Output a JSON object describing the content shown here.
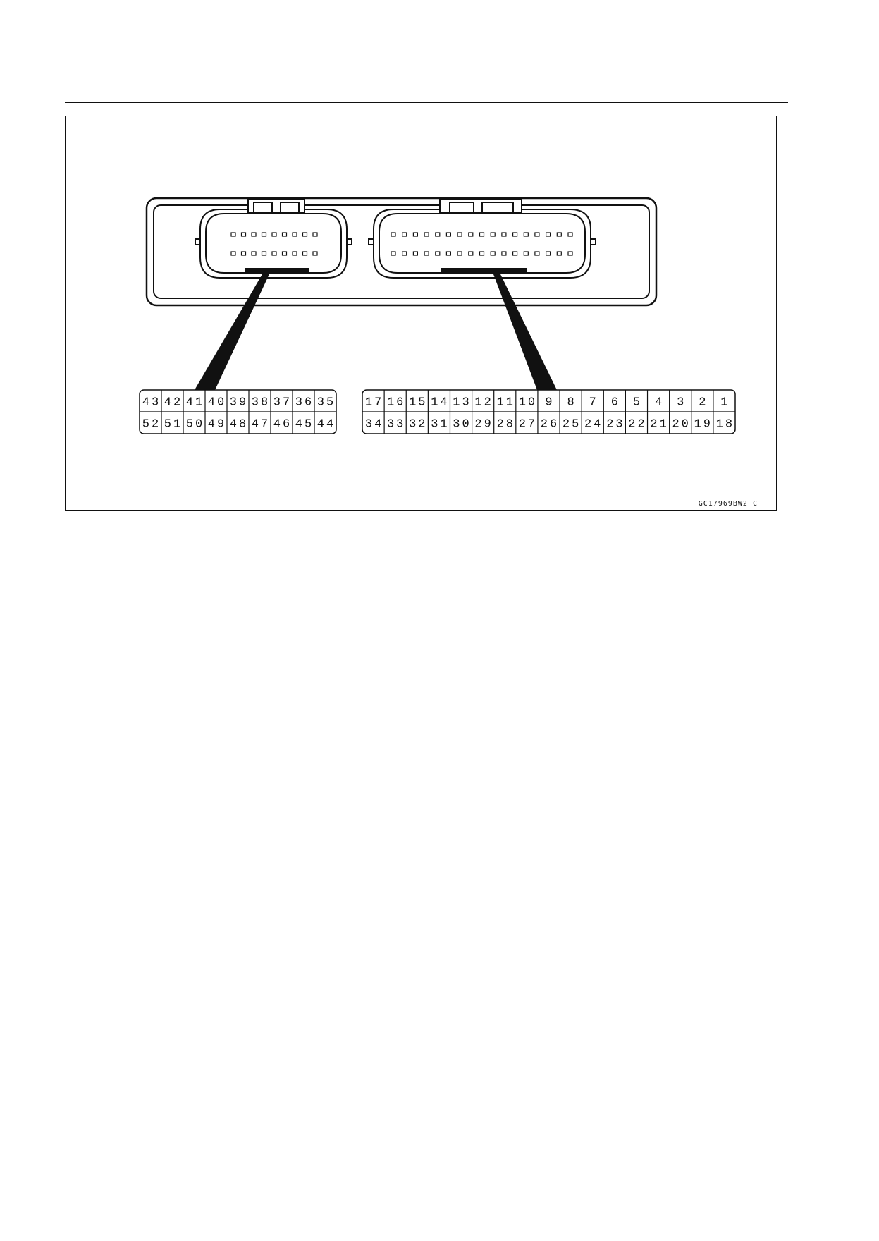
{
  "figure": {
    "code": "GC17969BW2  C"
  },
  "connectors": [
    {
      "rows": [
        [
          "43",
          "42",
          "41",
          "40",
          "39",
          "38",
          "37",
          "36",
          "35"
        ],
        [
          "52",
          "51",
          "50",
          "49",
          "48",
          "47",
          "46",
          "45",
          "44"
        ]
      ]
    },
    {
      "rows": [
        [
          "17",
          "16",
          "15",
          "14",
          "13",
          "12",
          "11",
          "10",
          "9",
          "8",
          "7",
          "6",
          "5",
          "4",
          "3",
          "2",
          "1"
        ],
        [
          "34",
          "33",
          "32",
          "31",
          "30",
          "29",
          "28",
          "27",
          "26",
          "25",
          "24",
          "23",
          "22",
          "21",
          "20",
          "19",
          "18"
        ]
      ]
    }
  ]
}
